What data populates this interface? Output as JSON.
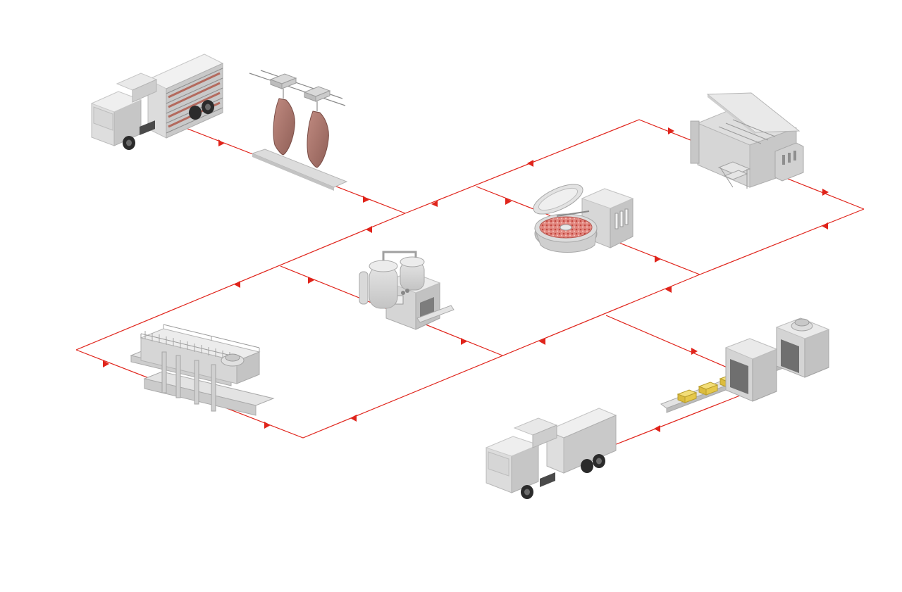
{
  "diagram": {
    "accent": "#e0241b",
    "steel_light": "#e6e6e6",
    "steel_mid": "#cfcfcf",
    "steel_dark": "#a9a9a9",
    "meat_color": "#b07a70",
    "product_color": "#e6c84a",
    "stations": [
      {
        "id": "livestock-truck",
        "icon": "livestock-truck-icon"
      },
      {
        "id": "carcass-rail",
        "icon": "hanging-carcass-icon"
      },
      {
        "id": "scalding-tank",
        "icon": "scalding-tank-icon"
      },
      {
        "id": "bowl-cutter",
        "icon": "bowl-cutter-icon"
      },
      {
        "id": "vacuum-processor",
        "icon": "vacuum-processor-icon"
      },
      {
        "id": "processing-conveyor",
        "icon": "processing-line-icon"
      },
      {
        "id": "packaging-line",
        "icon": "packaging-tunnel-icon"
      },
      {
        "id": "delivery-truck",
        "icon": "refrigerated-truck-icon"
      }
    ]
  }
}
